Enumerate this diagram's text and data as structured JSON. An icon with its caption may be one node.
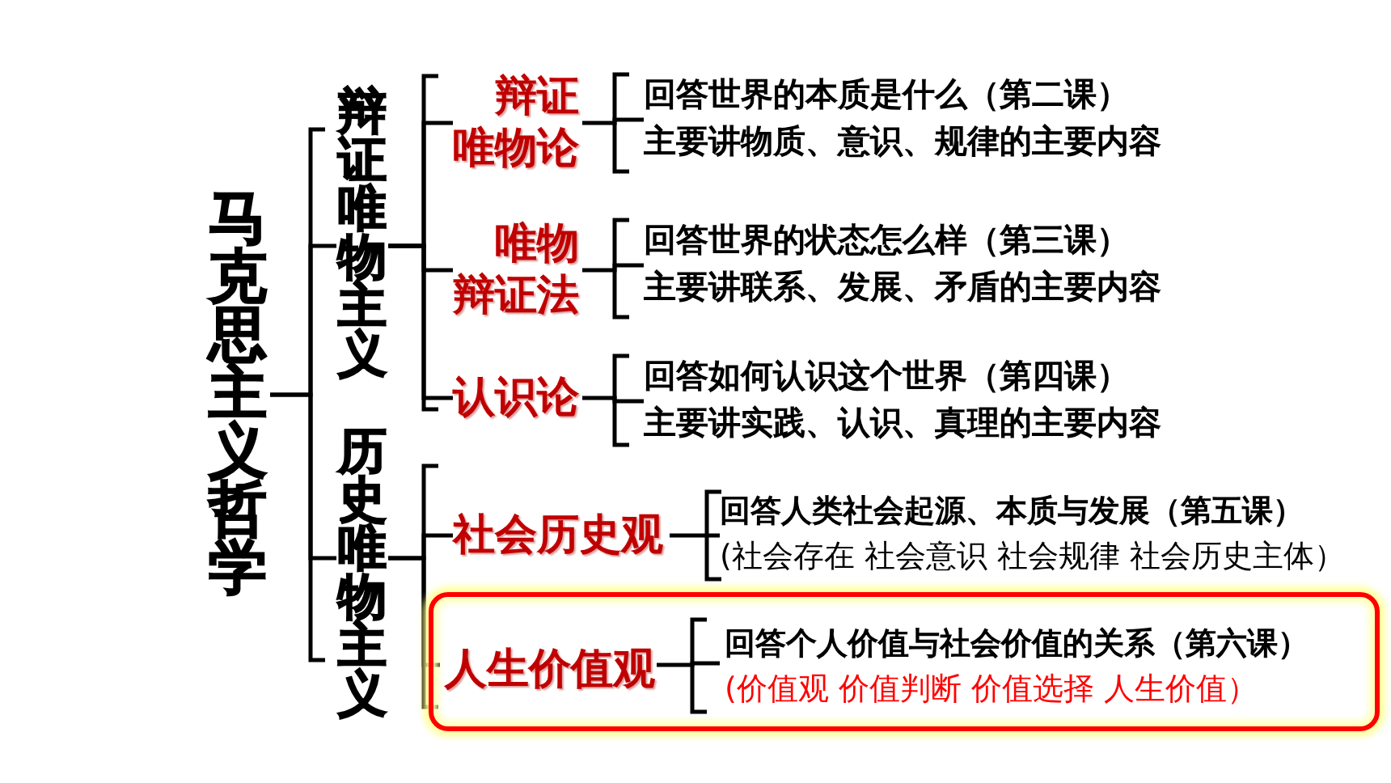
{
  "diagram": {
    "nodes": [
      {
        "text": [
          "马克思主义哲学"
        ]
      },
      {
        "text": [
          "辩证唯物主义"
        ]
      },
      {
        "text": [
          "历史唯物主义"
        ]
      },
      {
        "text": [
          "辩证唯物论"
        ]
      },
      {
        "text": [
          "回答世界的本质是什么（第二课）",
          "主要讲物质、意识、规律的主要内容"
        ]
      },
      {
        "text": [
          "唯物辩证法"
        ]
      },
      {
        "text": [
          "回答世界的状态怎么样（第三课）",
          "主要讲联系、发展、矛盾的主要内容"
        ]
      },
      {
        "text": [
          "认识论"
        ]
      },
      {
        "text": [
          "回答如何认识这个世界（第四课）",
          "主要讲实践、认识、真理的主要内容"
        ]
      },
      {
        "text": [
          "社会历史观"
        ]
      },
      {
        "text": [
          "回答人类社会起源、本质与发展（第五课）",
          "(社会存在 社会意识 社会规律 社会历史主体）"
        ]
      },
      {
        "text": [],
        "shape": "box"
      },
      {
        "text": [
          "人生价值观"
        ],
        "in": 11
      },
      {
        "text": [
          "回答个人价值与社会价值的关系（第六课）",
          "(价值观  价值判断  价值选择  人生价值）"
        ],
        "in": 11
      }
    ],
    "edges": [
      {
        "from": 0,
        "to": 1,
        "arrow": "none"
      },
      {
        "from": 0,
        "to": 2,
        "arrow": "none"
      },
      {
        "from": 1,
        "to": 3,
        "arrow": "none"
      },
      {
        "from": 1,
        "to": 5,
        "arrow": "none"
      },
      {
        "from": 1,
        "to": 7,
        "arrow": "none"
      },
      {
        "from": 2,
        "to": 9,
        "arrow": "none"
      },
      {
        "from": 2,
        "to": 12,
        "arrow": "none"
      },
      {
        "from": 3,
        "to": 4,
        "arrow": "none"
      },
      {
        "from": 5,
        "to": 6,
        "arrow": "none"
      },
      {
        "from": 7,
        "to": 8,
        "arrow": "none"
      },
      {
        "from": 9,
        "to": 10,
        "arrow": "none"
      },
      {
        "from": 12,
        "to": 13,
        "arrow": "none"
      }
    ]
  }
}
